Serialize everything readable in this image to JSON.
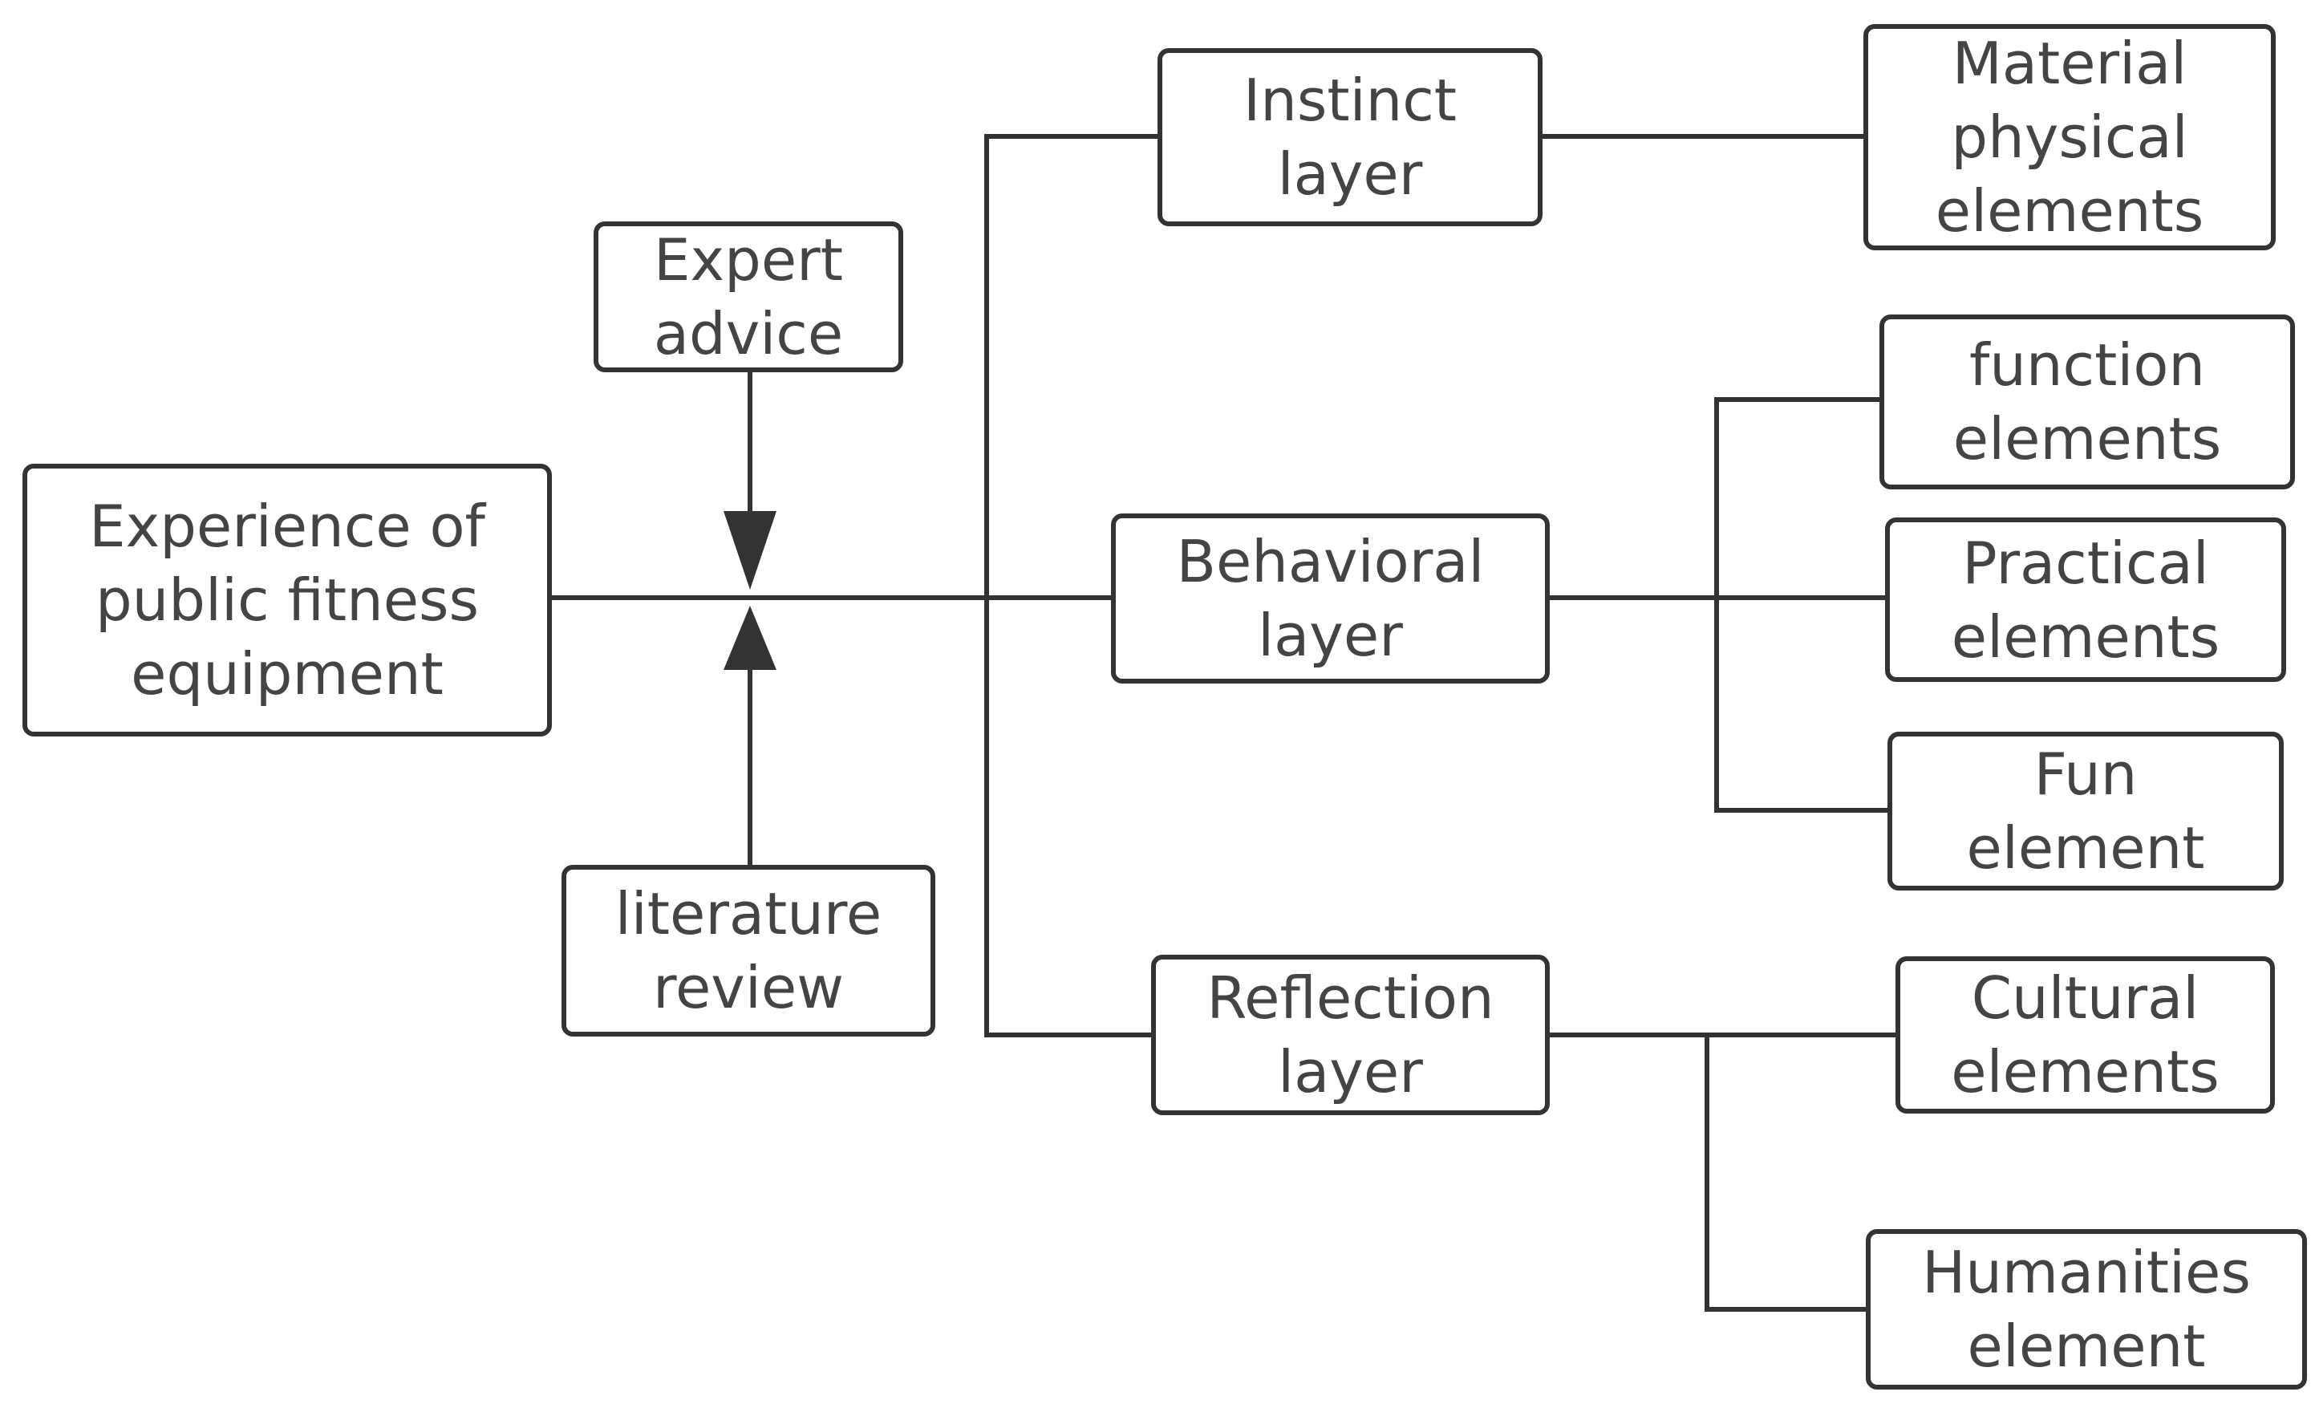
{
  "colors": {
    "stroke": "#333333",
    "text": "#444444",
    "background": "#ffffff"
  },
  "nodes": {
    "experience": {
      "lines": [
        "Experience of",
        "public fitness",
        "equipment"
      ]
    },
    "expert": {
      "lines": [
        "Expert",
        "advice"
      ]
    },
    "literature": {
      "lines": [
        "literature",
        "review"
      ]
    },
    "instinct": {
      "lines": [
        "Instinct",
        "layer"
      ]
    },
    "behavioral": {
      "lines": [
        "Behavioral",
        "layer"
      ]
    },
    "reflection": {
      "lines": [
        "Reflection",
        "layer"
      ]
    },
    "material": {
      "lines": [
        "Material",
        "physical",
        "elements"
      ]
    },
    "function": {
      "lines": [
        "function",
        "elements"
      ]
    },
    "practical": {
      "lines": [
        "Practical",
        "elements"
      ]
    },
    "fun": {
      "lines": [
        "Fun",
        "element"
      ]
    },
    "cultural": {
      "lines": [
        "Cultural",
        "elements"
      ]
    },
    "humanities": {
      "lines": [
        "Humanities",
        "element"
      ]
    }
  }
}
